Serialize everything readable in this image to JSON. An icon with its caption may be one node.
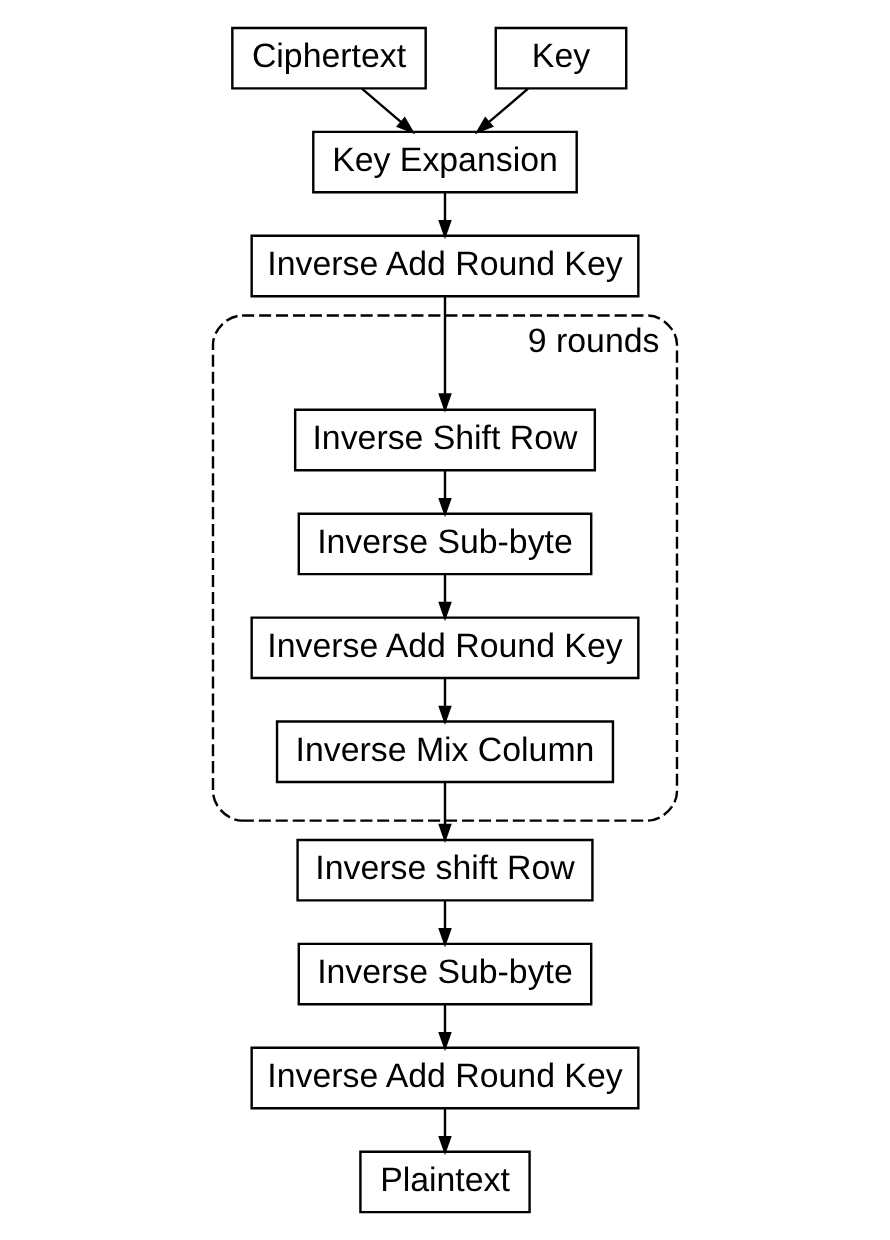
{
  "diagram": {
    "nodes": [
      {
        "text": [
          "Ciphertext"
        ]
      },
      {
        "text": [
          "Key"
        ]
      },
      {
        "text": [
          "Key Expansion"
        ]
      },
      {
        "text": [
          "Inverse Add Round Key"
        ]
      },
      {
        "text": [
          "9 rounds"
        ]
      },
      {
        "text": [
          "Inverse Shift Row"
        ],
        "in": 4
      },
      {
        "text": [
          "Inverse Sub-byte"
        ],
        "in": 4
      },
      {
        "text": [
          "Inverse Add Round Key"
        ],
        "in": 4
      },
      {
        "text": [
          "Inverse Mix Column"
        ],
        "in": 4
      },
      {
        "text": [
          "Inverse shift Row"
        ]
      },
      {
        "text": [
          "Inverse Sub-byte"
        ]
      },
      {
        "text": [
          "Inverse Add Round Key"
        ]
      },
      {
        "text": [
          "Plaintext"
        ]
      }
    ],
    "edges": [
      {
        "from": 0,
        "to": 2,
        "arrow": "to"
      },
      {
        "from": 1,
        "to": 2,
        "arrow": "to"
      },
      {
        "from": 2,
        "to": 3,
        "arrow": "to"
      },
      {
        "from": 3,
        "to": 5,
        "arrow": "to"
      },
      {
        "from": 5,
        "to": 6,
        "arrow": "to"
      },
      {
        "from": 6,
        "to": 7,
        "arrow": "to"
      },
      {
        "from": 7,
        "to": 8,
        "arrow": "to"
      },
      {
        "from": 8,
        "to": 9,
        "arrow": "to"
      },
      {
        "from": 9,
        "to": 10,
        "arrow": "to"
      },
      {
        "from": 10,
        "to": 11,
        "arrow": "to"
      },
      {
        "from": 11,
        "to": 12,
        "arrow": "to"
      }
    ]
  }
}
